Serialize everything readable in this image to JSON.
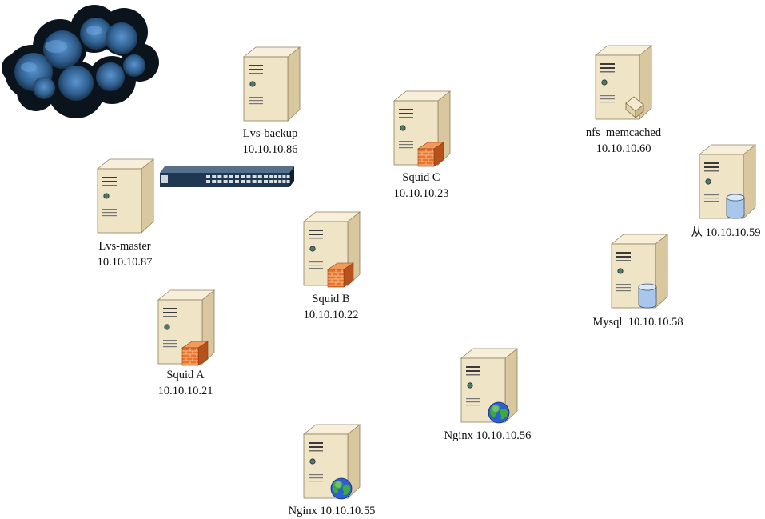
{
  "diagram": {
    "nodes": [
      {
        "id": "lvs-backup",
        "name": "Lvs-backup",
        "ip": "10.10.10.86",
        "badge": "none"
      },
      {
        "id": "lvs-master",
        "name": "Lvs-master",
        "ip": "10.10.10.87",
        "badge": "none"
      },
      {
        "id": "squid-c",
        "name": "Squid C",
        "ip": "10.10.10.23",
        "badge": "firewall"
      },
      {
        "id": "squid-b",
        "name": "Squid B",
        "ip": "10.10.10.22",
        "badge": "firewall"
      },
      {
        "id": "squid-a",
        "name": "Squid A",
        "ip": "10.10.10.21",
        "badge": "firewall"
      },
      {
        "id": "nfs-memcached",
        "name": "nfs  memcached",
        "ip": "10.10.10.60",
        "badge": "folder"
      },
      {
        "id": "mysql-slave",
        "line": "从 10.10.10.59",
        "badge": "database"
      },
      {
        "id": "mysql-master",
        "line": "Mysql  10.10.10.58",
        "badge": "database"
      },
      {
        "id": "nginx-56",
        "line": "Nginx 10.10.10.56",
        "badge": "globe"
      },
      {
        "id": "nginx-55",
        "line": "Nginx 10.10.10.55",
        "badge": "globe"
      }
    ],
    "icons": {
      "cloud": "internet-cloud-icon",
      "switch": "network-switch-icon",
      "server": "server-tower-icon"
    },
    "colors": {
      "server_body": "#efe4c6",
      "server_shade": "#d8c79f",
      "firewall": "#e8742d",
      "database": "#a9c6ec",
      "globe_water": "#2d5fd0",
      "globe_land": "#3dab3c",
      "cloud_dark": "#0f1a24",
      "cloud_light": "#3f78b5",
      "switch_body": "#1d3850"
    }
  }
}
